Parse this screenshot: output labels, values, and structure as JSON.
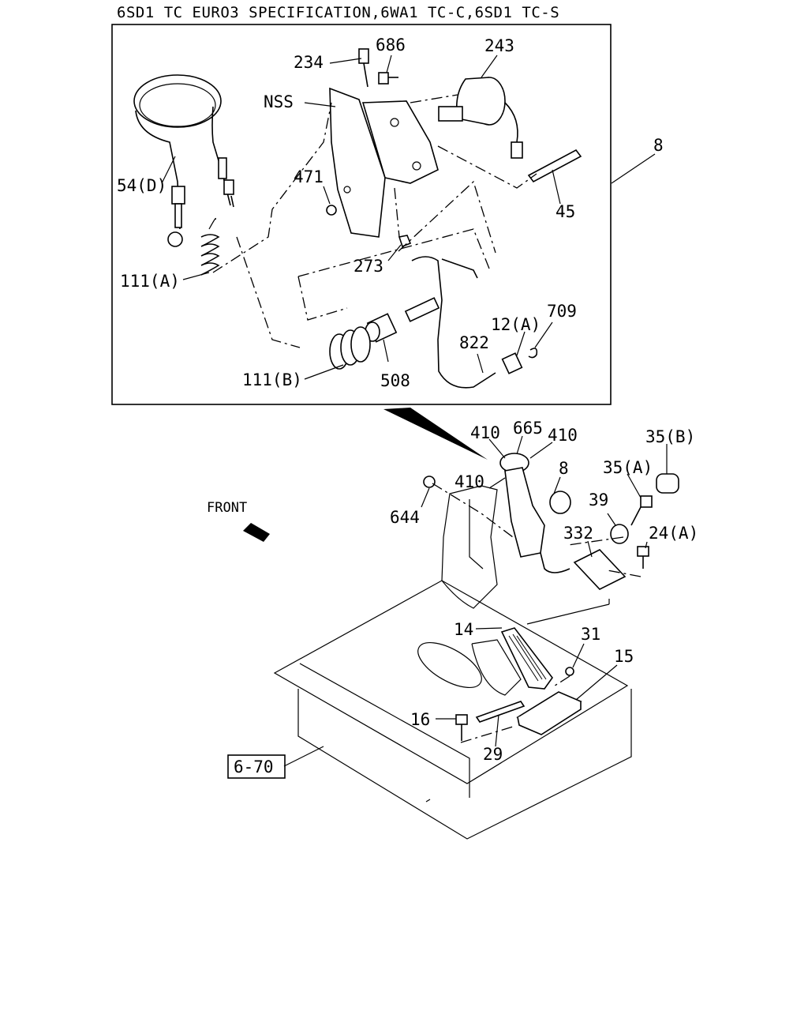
{
  "header": {
    "title": "6SD1 TC EURO3 SPECIFICATION,6WA1 TC-C,6SD1 TC-S"
  },
  "front_label": "FRONT",
  "reference_box": "6-70",
  "callouts": {
    "c234": "234",
    "c686": "686",
    "c243": "243",
    "cNSS": "NSS",
    "c8top": "8",
    "c54D": "54(D)",
    "c471": "471",
    "c45": "45",
    "c273": "273",
    "c111A": "111(A)",
    "c12A": "12(A)",
    "c709": "709",
    "c822": "822",
    "c111B": "111(B)",
    "c508": "508",
    "c410a": "410",
    "c665": "665",
    "c410b": "410",
    "c35B": "35(B)",
    "c410c": "410",
    "c8low": "8",
    "c35A": "35(A)",
    "c644": "644",
    "c39": "39",
    "c332": "332",
    "c24A": "24(A)",
    "c14": "14",
    "c31": "31",
    "c15": "15",
    "c16": "16",
    "c29": "29"
  }
}
